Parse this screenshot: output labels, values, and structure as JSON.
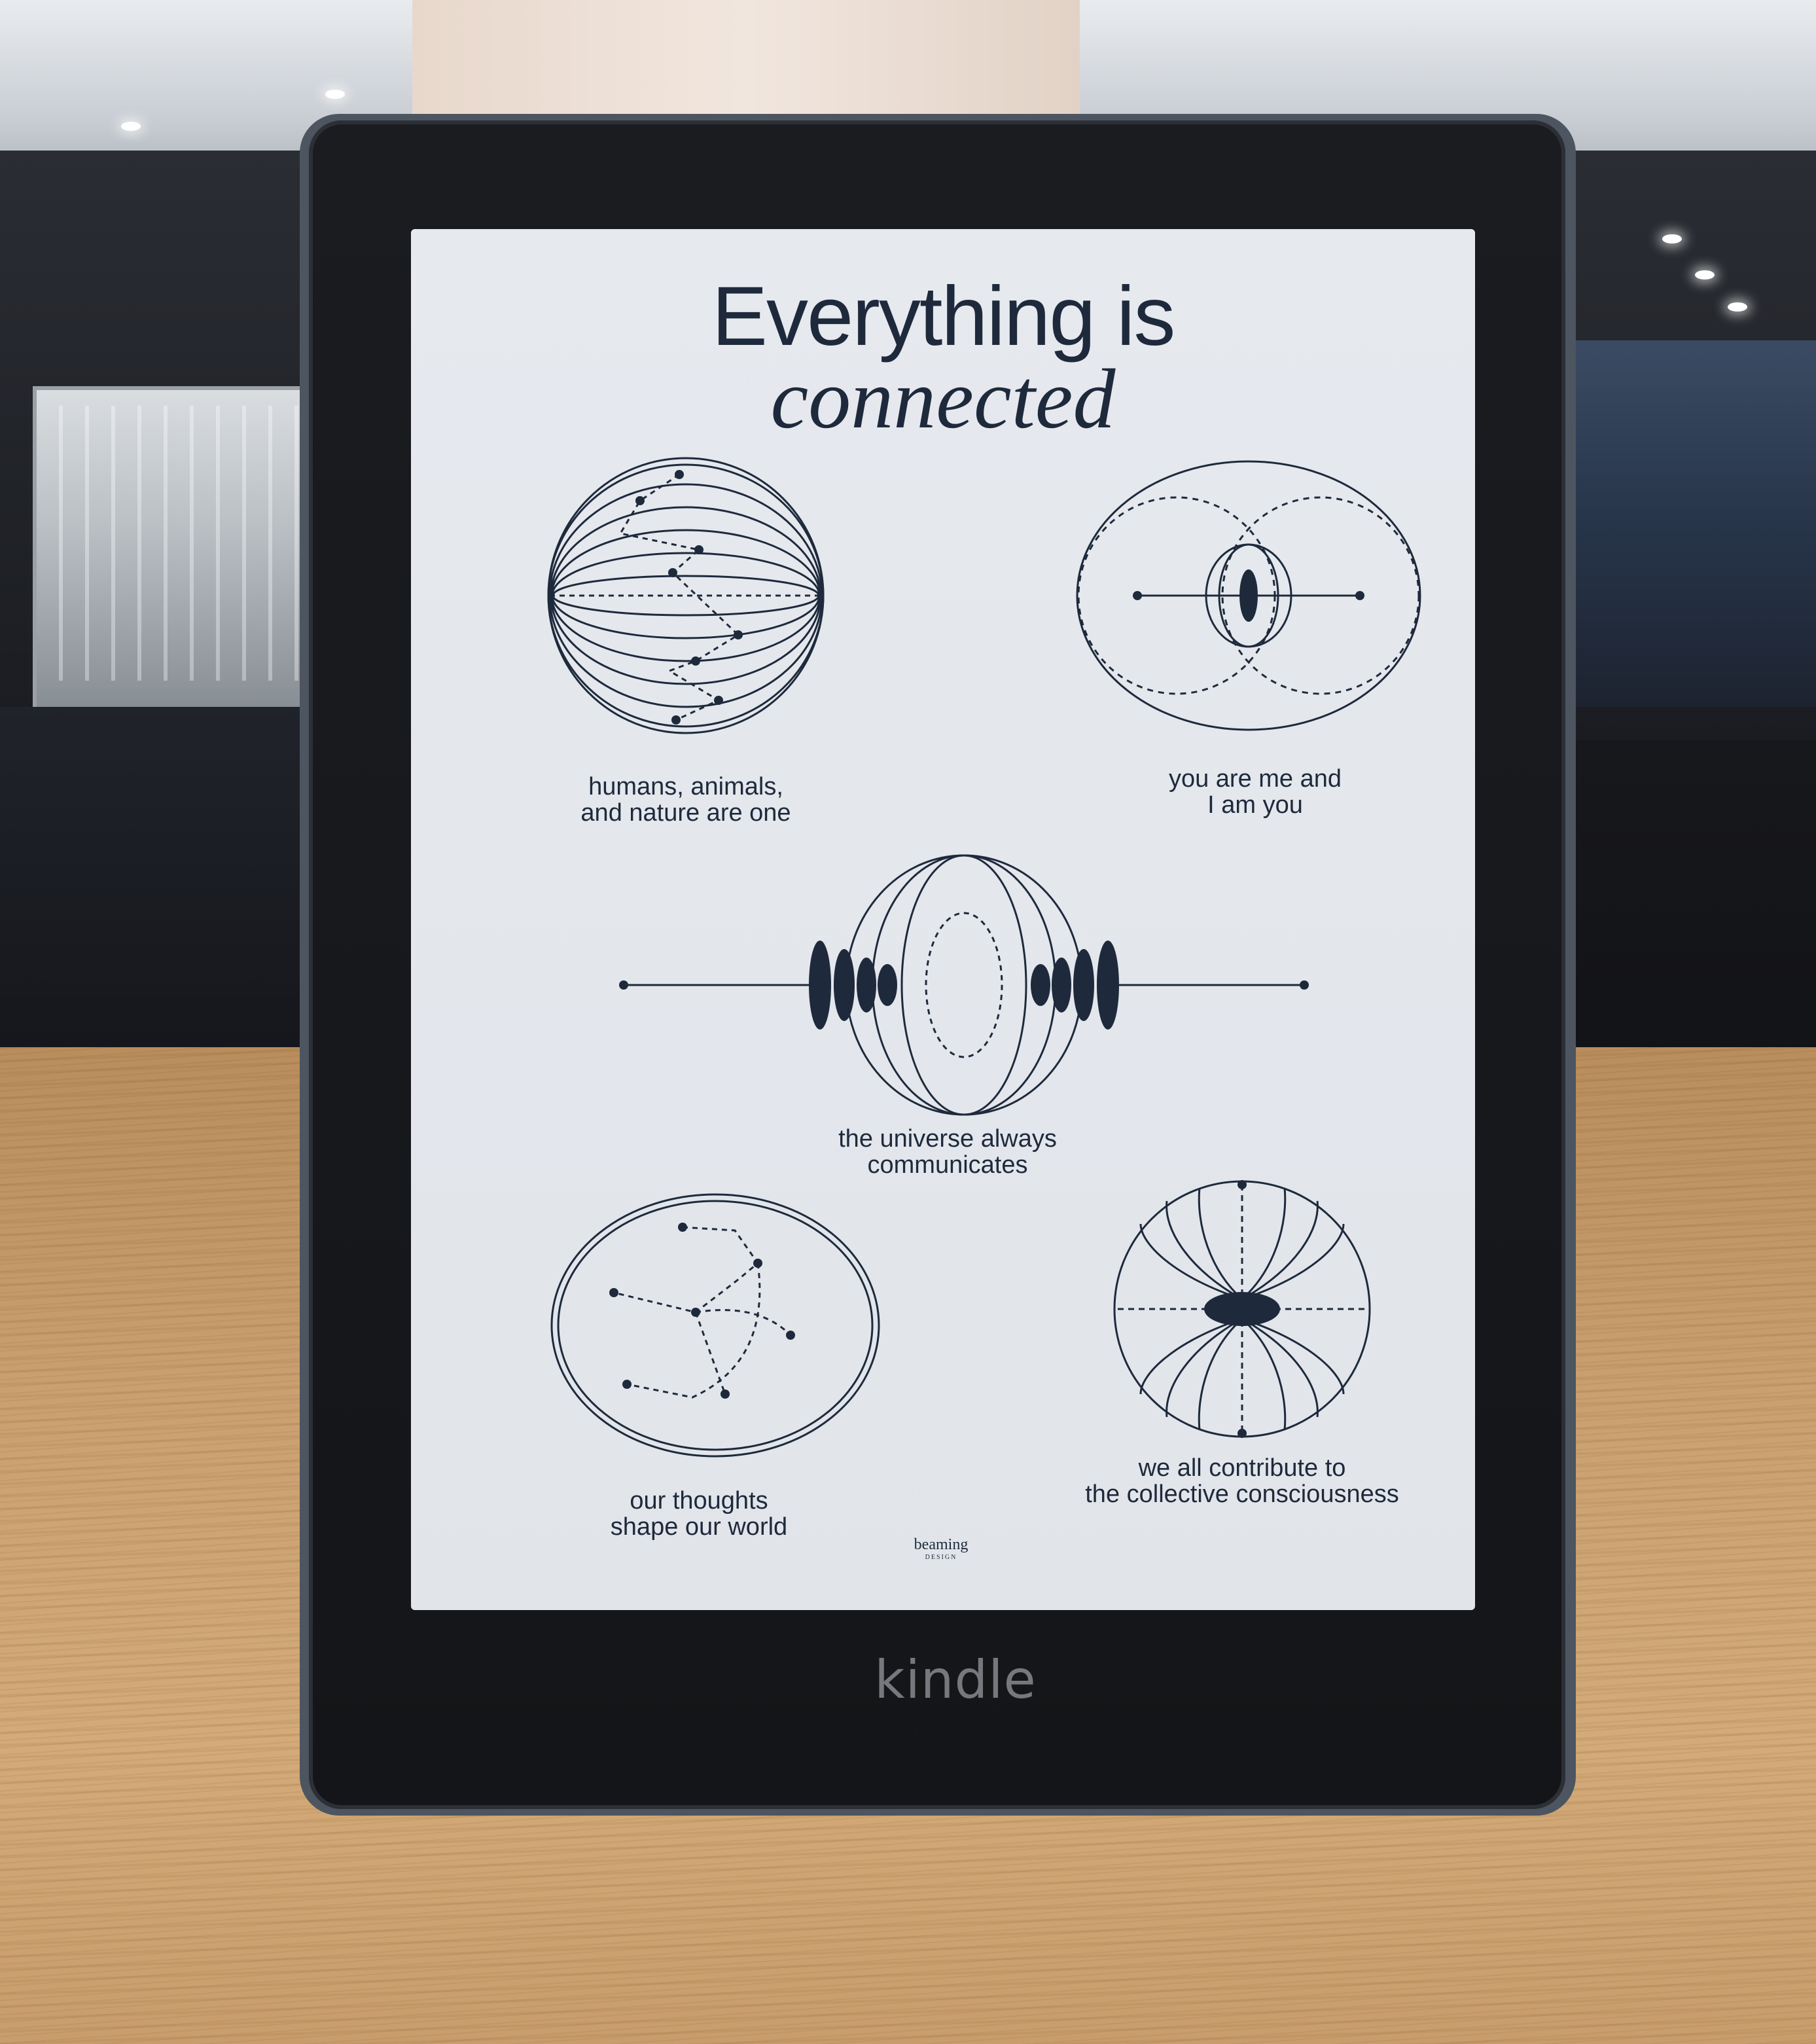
{
  "screen": {
    "title_line1": "Everything is",
    "title_line2": "connected",
    "captions": {
      "top_left": [
        "humans, animals,",
        "and nature are one"
      ],
      "top_right": [
        "you are me and",
        "I am you"
      ],
      "center": [
        "the universe always",
        "communicates"
      ],
      "bottom_left": [
        "our thoughts",
        "shape our world"
      ],
      "bottom_right": [
        "we all contribute to",
        "the collective consciousness"
      ]
    },
    "credit": {
      "name": "beaming",
      "sub": "DESIGN"
    }
  },
  "device": {
    "brand": "kindle"
  },
  "colors": {
    "ink": "#1e2a3c",
    "screen": "#e3e7ec",
    "bezel": "#16171b",
    "wood": "#cba272"
  }
}
